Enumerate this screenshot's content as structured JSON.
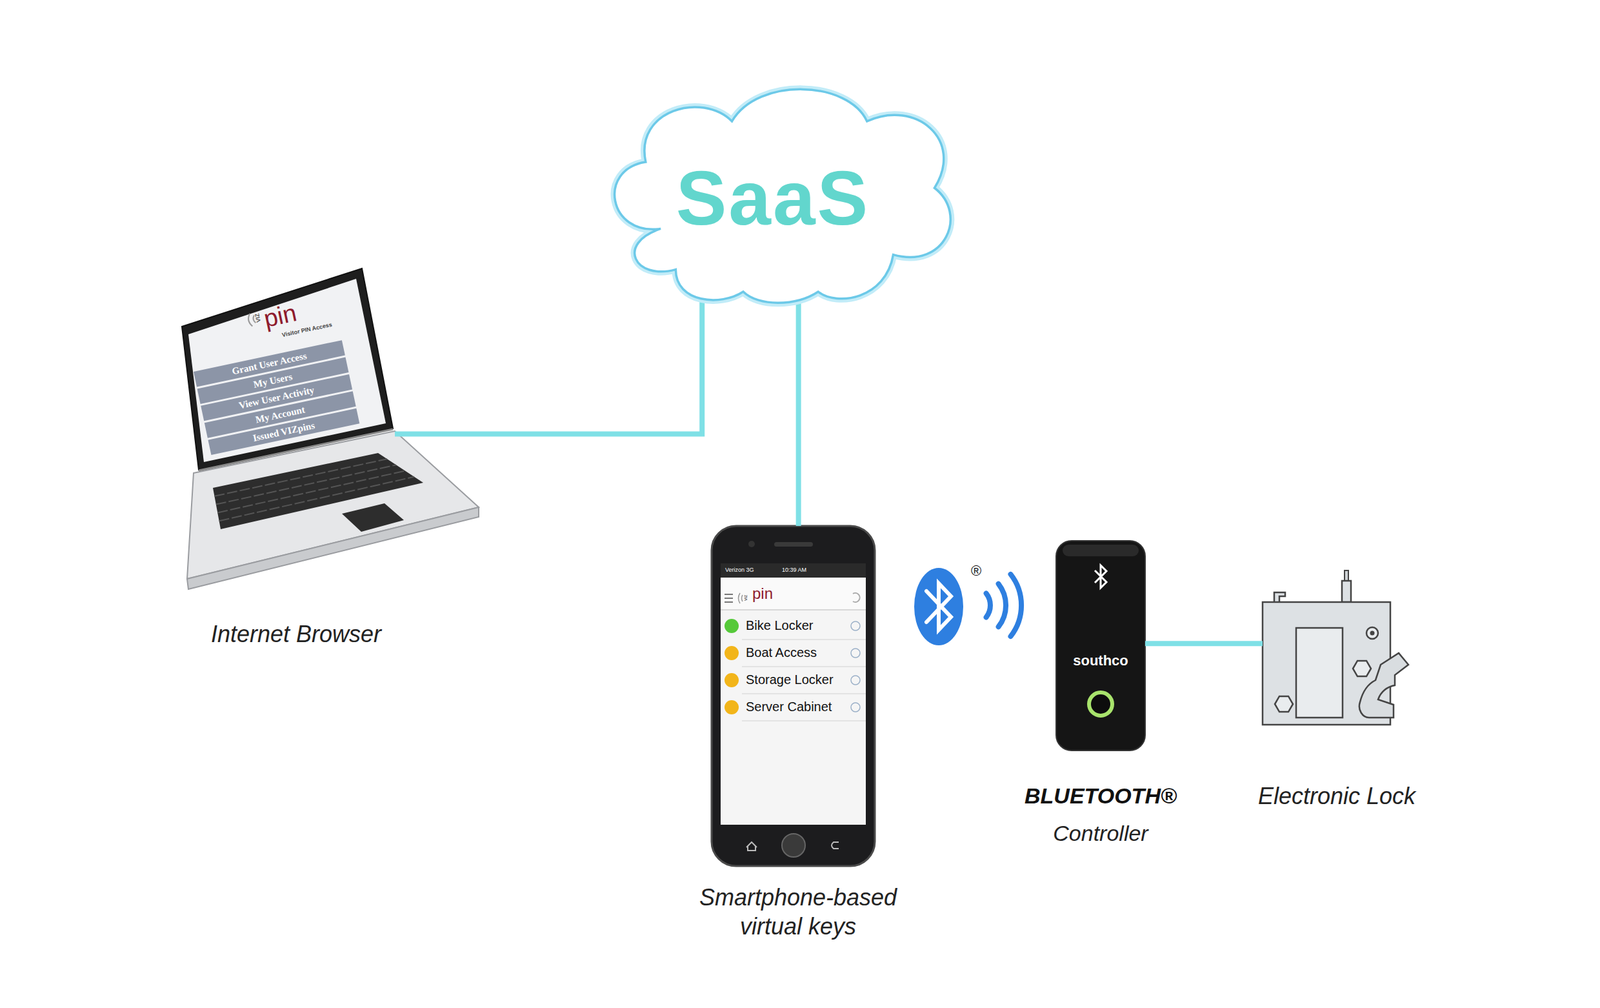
{
  "diagram": {
    "nodes": [
      {
        "text": [
          "SaaS"
        ]
      },
      {
        "text": [
          "Internet Browser"
        ]
      },
      {
        "text": [
          "Smartphone-based virtual keys"
        ]
      },
      {
        "text": [
          "southco",
          "BLUETOOTH®",
          "Controller"
        ]
      },
      {
        "text": [
          "Electronic Lock"
        ]
      }
    ],
    "edges": [
      {
        "from": 1,
        "to": 0,
        "arrow": "none"
      },
      {
        "from": 2,
        "to": 0,
        "arrow": "none"
      },
      {
        "from": 3,
        "to": 4,
        "arrow": "none"
      }
    ],
    "labels": [
      "VIZ",
      "pin",
      "Visitor PIN Access",
      "Grant User Access",
      "My Users",
      "View User Activity",
      "My Account",
      "Issued VIZpins",
      "Verizon 3G",
      "10:39 AM",
      "VIZ",
      "pin",
      "Bike Locker",
      "Boat Access",
      "Storage Locker",
      "Server Cabinet",
      "®"
    ]
  }
}
